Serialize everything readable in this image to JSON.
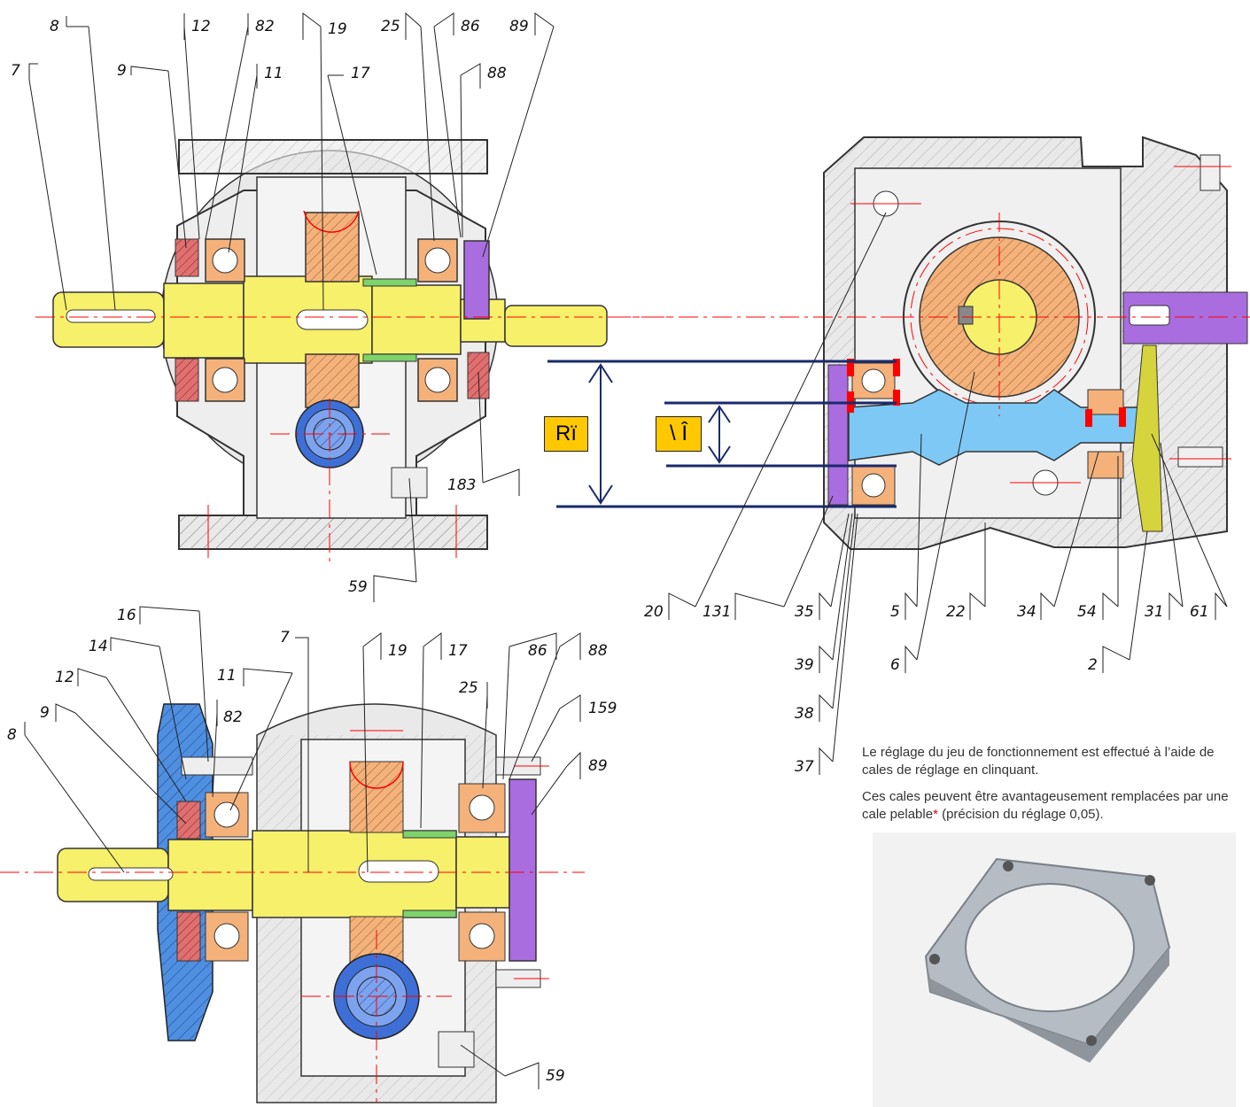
{
  "views": {
    "top_left": {
      "labels": [
        {
          "id": "7a",
          "text": "7"
        },
        {
          "id": "8a",
          "text": "8"
        },
        {
          "id": "9a",
          "text": "9"
        },
        {
          "id": "12a",
          "text": "12"
        },
        {
          "id": "82a",
          "text": "82"
        },
        {
          "id": "11a",
          "text": "11"
        },
        {
          "id": "19a",
          "text": "19"
        },
        {
          "id": "17a",
          "text": "17"
        },
        {
          "id": "25a",
          "text": "25"
        },
        {
          "id": "86a",
          "text": "86"
        },
        {
          "id": "89a",
          "text": "89"
        },
        {
          "id": "88a",
          "text": "88"
        },
        {
          "id": "183a",
          "text": "183"
        },
        {
          "id": "59a",
          "text": "59"
        }
      ]
    },
    "right": {
      "labels": [
        {
          "id": "20",
          "text": "20"
        },
        {
          "id": "131",
          "text": "131"
        },
        {
          "id": "35",
          "text": "35"
        },
        {
          "id": "39",
          "text": "39"
        },
        {
          "id": "38",
          "text": "38"
        },
        {
          "id": "37",
          "text": "37"
        },
        {
          "id": "5",
          "text": "5"
        },
        {
          "id": "6",
          "text": "6"
        },
        {
          "id": "22",
          "text": "22"
        },
        {
          "id": "34",
          "text": "34"
        },
        {
          "id": "54",
          "text": "54"
        },
        {
          "id": "2",
          "text": "2"
        },
        {
          "id": "31",
          "text": "31"
        },
        {
          "id": "61",
          "text": "61"
        }
      ]
    },
    "bottom_left": {
      "labels": [
        {
          "id": "16b",
          "text": "16"
        },
        {
          "id": "14b",
          "text": "14"
        },
        {
          "id": "12b",
          "text": "12"
        },
        {
          "id": "9b",
          "text": "9"
        },
        {
          "id": "8b",
          "text": "8"
        },
        {
          "id": "11b",
          "text": "11"
        },
        {
          "id": "82b",
          "text": "82"
        },
        {
          "id": "7b",
          "text": "7"
        },
        {
          "id": "19b",
          "text": "19"
        },
        {
          "id": "17b",
          "text": "17"
        },
        {
          "id": "25b",
          "text": "25"
        },
        {
          "id": "86b",
          "text": "86"
        },
        {
          "id": "88b",
          "text": "88"
        },
        {
          "id": "159b",
          "text": "159"
        },
        {
          "id": "89b",
          "text": "89"
        },
        {
          "id": "59b",
          "text": "59"
        }
      ]
    }
  },
  "dimensions": {
    "outer_label": "Rï",
    "inner_label": "\\ Î"
  },
  "note": {
    "line1": "Le réglage du jeu de fonctionnement est effectué à l’aide de cales de réglage en clinquant.",
    "line2_before": "Ces cales peuvent être avantageusement remplacées par une cale pelable",
    "line2_star": "*",
    "line2_after": " (précision du réglage 0,05)."
  },
  "colors": {
    "shaft": "#f7f06a",
    "bearing": "#f4b27a",
    "seal": "#e07070",
    "cover": "#a96de0",
    "worm": "#7ec8f5",
    "housing": "#e9e9e9",
    "flange": "#4f8fe0",
    "wheel_blue": "#3d6fd6",
    "centerline": "#ff0000",
    "dim_line": "#1a2a6a",
    "dim_box": "#ffc800"
  }
}
